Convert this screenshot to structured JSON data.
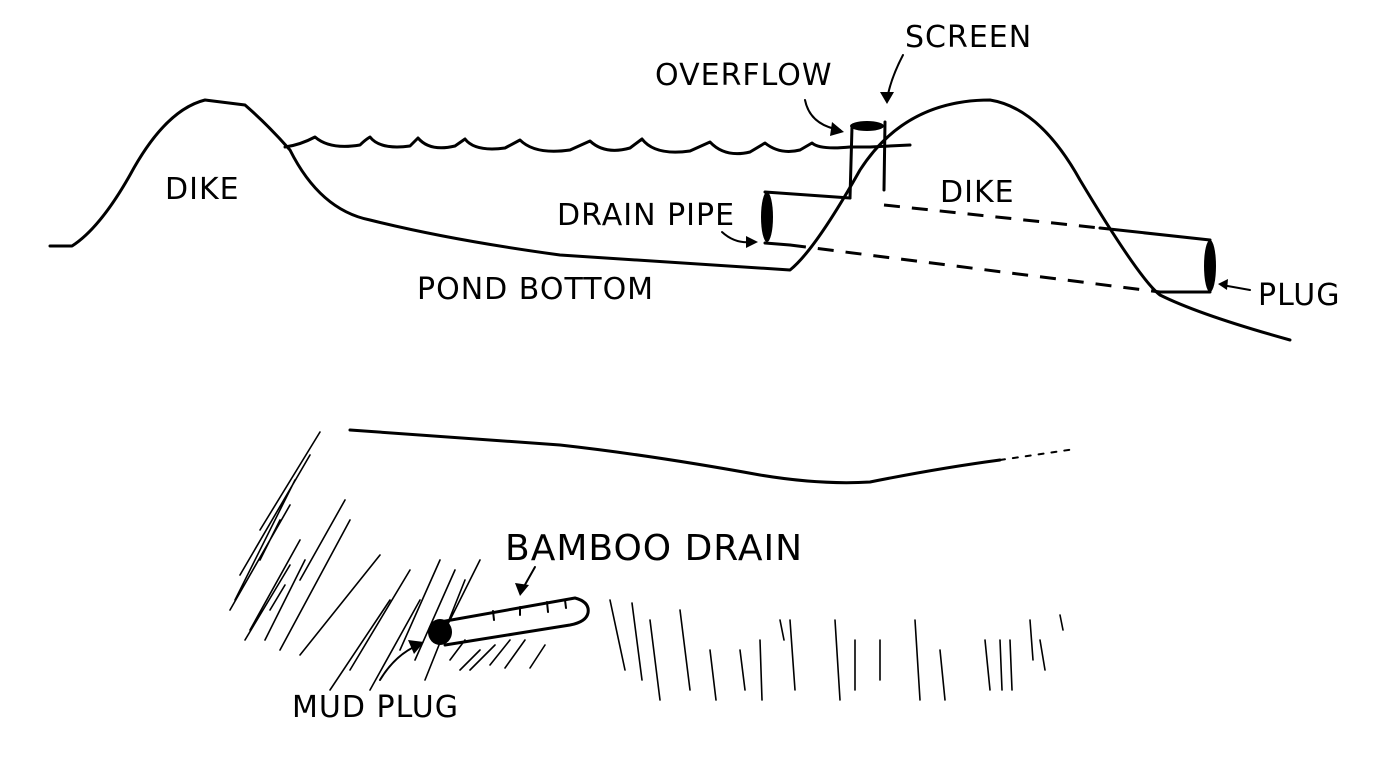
{
  "diagram": {
    "top_panel": {
      "labels": {
        "dike_left": "DIKE",
        "dike_right": "DIKE",
        "overflow": "OVERFLOW",
        "screen": "SCREEN",
        "drain_pipe": "DRAIN PIPE",
        "pond_bottom": "POND BOTTOM",
        "plug": "PLUG"
      }
    },
    "bottom_panel": {
      "labels": {
        "bamboo_drain": "BAMBOO DRAIN",
        "mud_plug": "MUD PLUG"
      }
    },
    "colors": {
      "ink": "#000000",
      "background": "#ffffff"
    }
  }
}
